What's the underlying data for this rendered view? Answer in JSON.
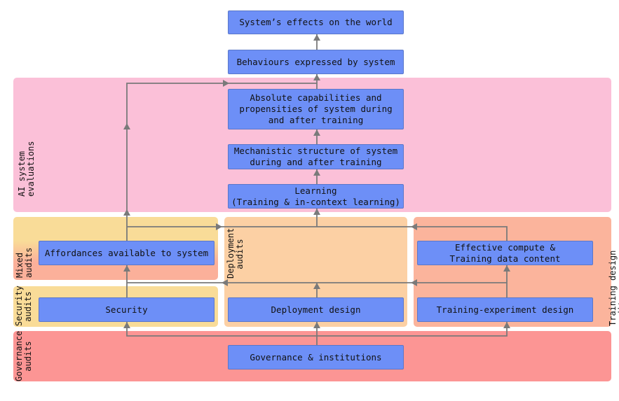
{
  "diagram": {
    "nodes": {
      "effects": "System’s effects on the world",
      "behaviours": "Behaviours expressed by system",
      "capabilities": "Absolute capabilities and\npropensities of system during\nand after training",
      "mechanistic": "Mechanistic structure of system\nduring and after training",
      "learning": "Learning\n(Training & in-context learning)",
      "affordances": "Affordances available to system",
      "security": "Security",
      "deployment_design": "Deployment design",
      "effective_compute": "Effective compute &\nTraining data content",
      "training_experiment": "Training-experiment design",
      "governance": "Governance & institutions"
    },
    "regions": {
      "ai_evaluations": "AI system evaluations",
      "mixed_audits": "Mixed audits",
      "security_audits": "Security\naudits",
      "deployment_audits": "Deployment\naudits",
      "training_design_audits": "Training design audits",
      "governance_audits": "Governance\naudits"
    },
    "colors": {
      "node_fill": "#6d8ff7",
      "ai_evaluations": "#fbc0d8",
      "mixed_audits_top": "#f9dc98",
      "mixed_audits_bottom": "#fbb09a",
      "security_audits": "#f9dc98",
      "deployment_audits": "#fcd0a4",
      "training_design_audits": "#fbb49c",
      "governance_audits": "#fc9594",
      "arrow": "#7a7a7a"
    },
    "edges": [
      [
        "behaviours",
        "effects"
      ],
      [
        "capabilities",
        "behaviours"
      ],
      [
        "mechanistic",
        "capabilities"
      ],
      [
        "learning",
        "mechanistic"
      ],
      [
        "affordances",
        "behaviours"
      ],
      [
        "affordances",
        "learning"
      ],
      [
        "effective_compute",
        "learning"
      ],
      [
        "effective_compute",
        "affordances"
      ],
      [
        "deployment_design",
        "affordances"
      ],
      [
        "security",
        "affordances"
      ],
      [
        "training_experiment",
        "effective_compute"
      ],
      [
        "governance",
        "security"
      ],
      [
        "governance",
        "deployment_design"
      ],
      [
        "governance",
        "training_experiment"
      ]
    ]
  }
}
